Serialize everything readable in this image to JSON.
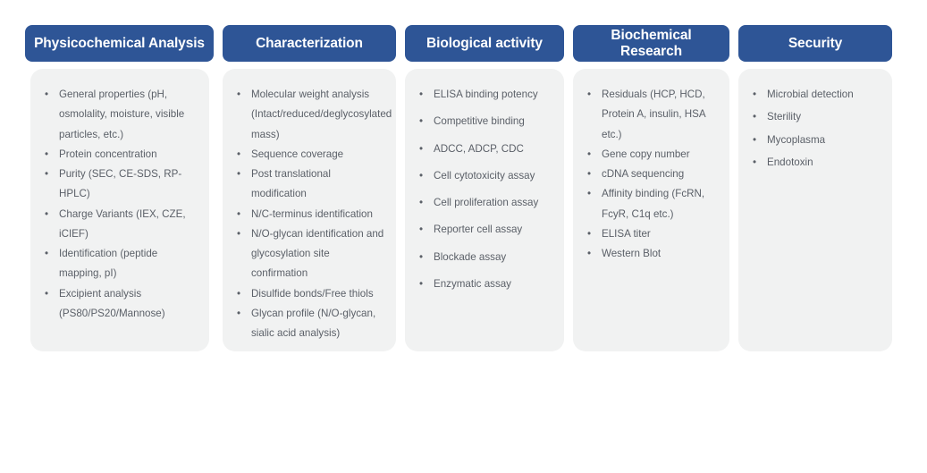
{
  "theme": {
    "header_bg": "#2e5596",
    "header_text": "#ffffff",
    "card_bg": "#f1f2f2",
    "body_text": "#5b6068",
    "page_bg": "#ffffff"
  },
  "bullet_glyph": "•",
  "columns": [
    {
      "id": "physicochemical-analysis",
      "title": "Physicochemical Analysis",
      "items": [
        "General properties (pH, osmolality, moisture, visible particles, etc.)",
        "Protein concentration",
        "Purity (SEC,  CE-SDS, RP-HPLC)",
        "Charge Variants (IEX, CZE, iCIEF)",
        "Identification (peptide mapping, pI)",
        "Excipient analysis (PS80/PS20/Mannose)"
      ]
    },
    {
      "id": "characterization",
      "title": "Characterization",
      "items": [
        "Molecular weight analysis (Intact/reduced/deglycosylated mass)",
        "Sequence coverage",
        "Post translational modification",
        "N/C-terminus identification",
        "N/O-glycan identification and glycosylation site confirmation",
        "Disulfide bonds/Free thiols",
        "Glycan profile (N/O-glycan, sialic acid analysis)"
      ]
    },
    {
      "id": "biological-activity",
      "title": "Biological activity",
      "items": [
        "ELISA binding potency",
        "Competitive binding",
        "ADCC, ADCP, CDC",
        "Cell cytotoxicity assay",
        "Cell proliferation assay",
        "Reporter cell assay",
        "Blockade assay",
        "Enzymatic assay"
      ]
    },
    {
      "id": "biochemical-research",
      "title": "Biochemical Research",
      "items": [
        "Residuals (HCP, HCD, Protein A, insulin, HSA etc.)",
        "Gene copy number",
        "cDNA sequencing",
        "Affinity binding (FcRN, FcyR, C1q etc.)",
        "ELISA titer",
        "Western Blot"
      ]
    },
    {
      "id": "security",
      "title": "Security",
      "items": [
        "Microbial detection",
        "Sterility",
        "Mycoplasma",
        "Endotoxin"
      ]
    }
  ]
}
